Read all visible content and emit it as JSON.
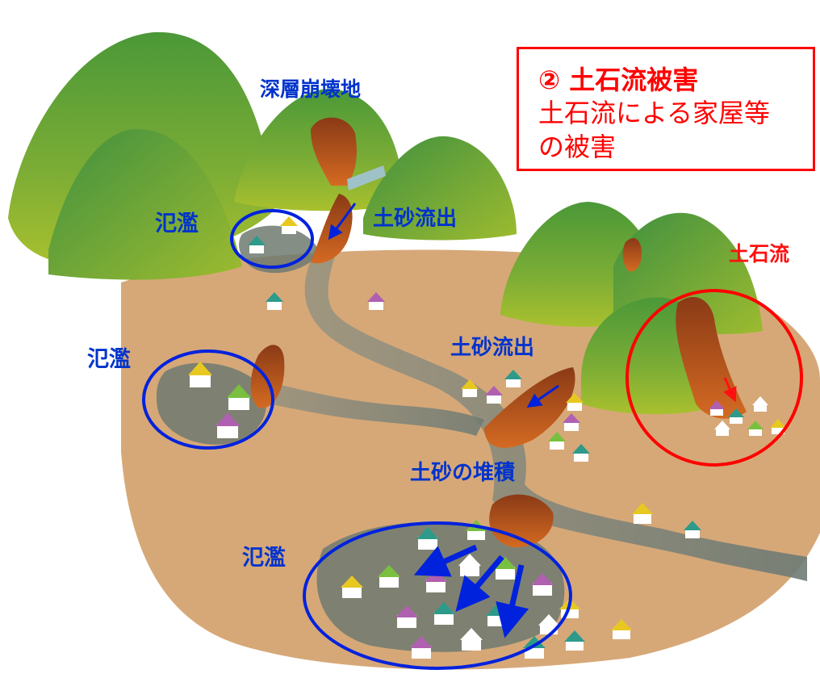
{
  "callout": {
    "title": "② 土石流被害",
    "line1": "土石流による家屋等",
    "line2": "の被害"
  },
  "labels": {
    "deep_collapse": "深層崩壊地",
    "flood_top": "氾濫",
    "flood_left": "氾濫",
    "flood_bottom": "氾濫",
    "sediment_out_1": "土砂流出",
    "sediment_out_2": "土砂流出",
    "sediment_deposit": "土砂の堆積",
    "debris_flow": "土石流"
  },
  "colors": {
    "ground": "#d9ab7c",
    "mountain_light": "#94b83a",
    "mountain_dark": "#4f9a3a",
    "river": "#8a8778",
    "flood_water": "#6f7a70",
    "sediment": "#b45522",
    "blue_accent": "#0022dd",
    "red_accent": "#ff0000"
  }
}
